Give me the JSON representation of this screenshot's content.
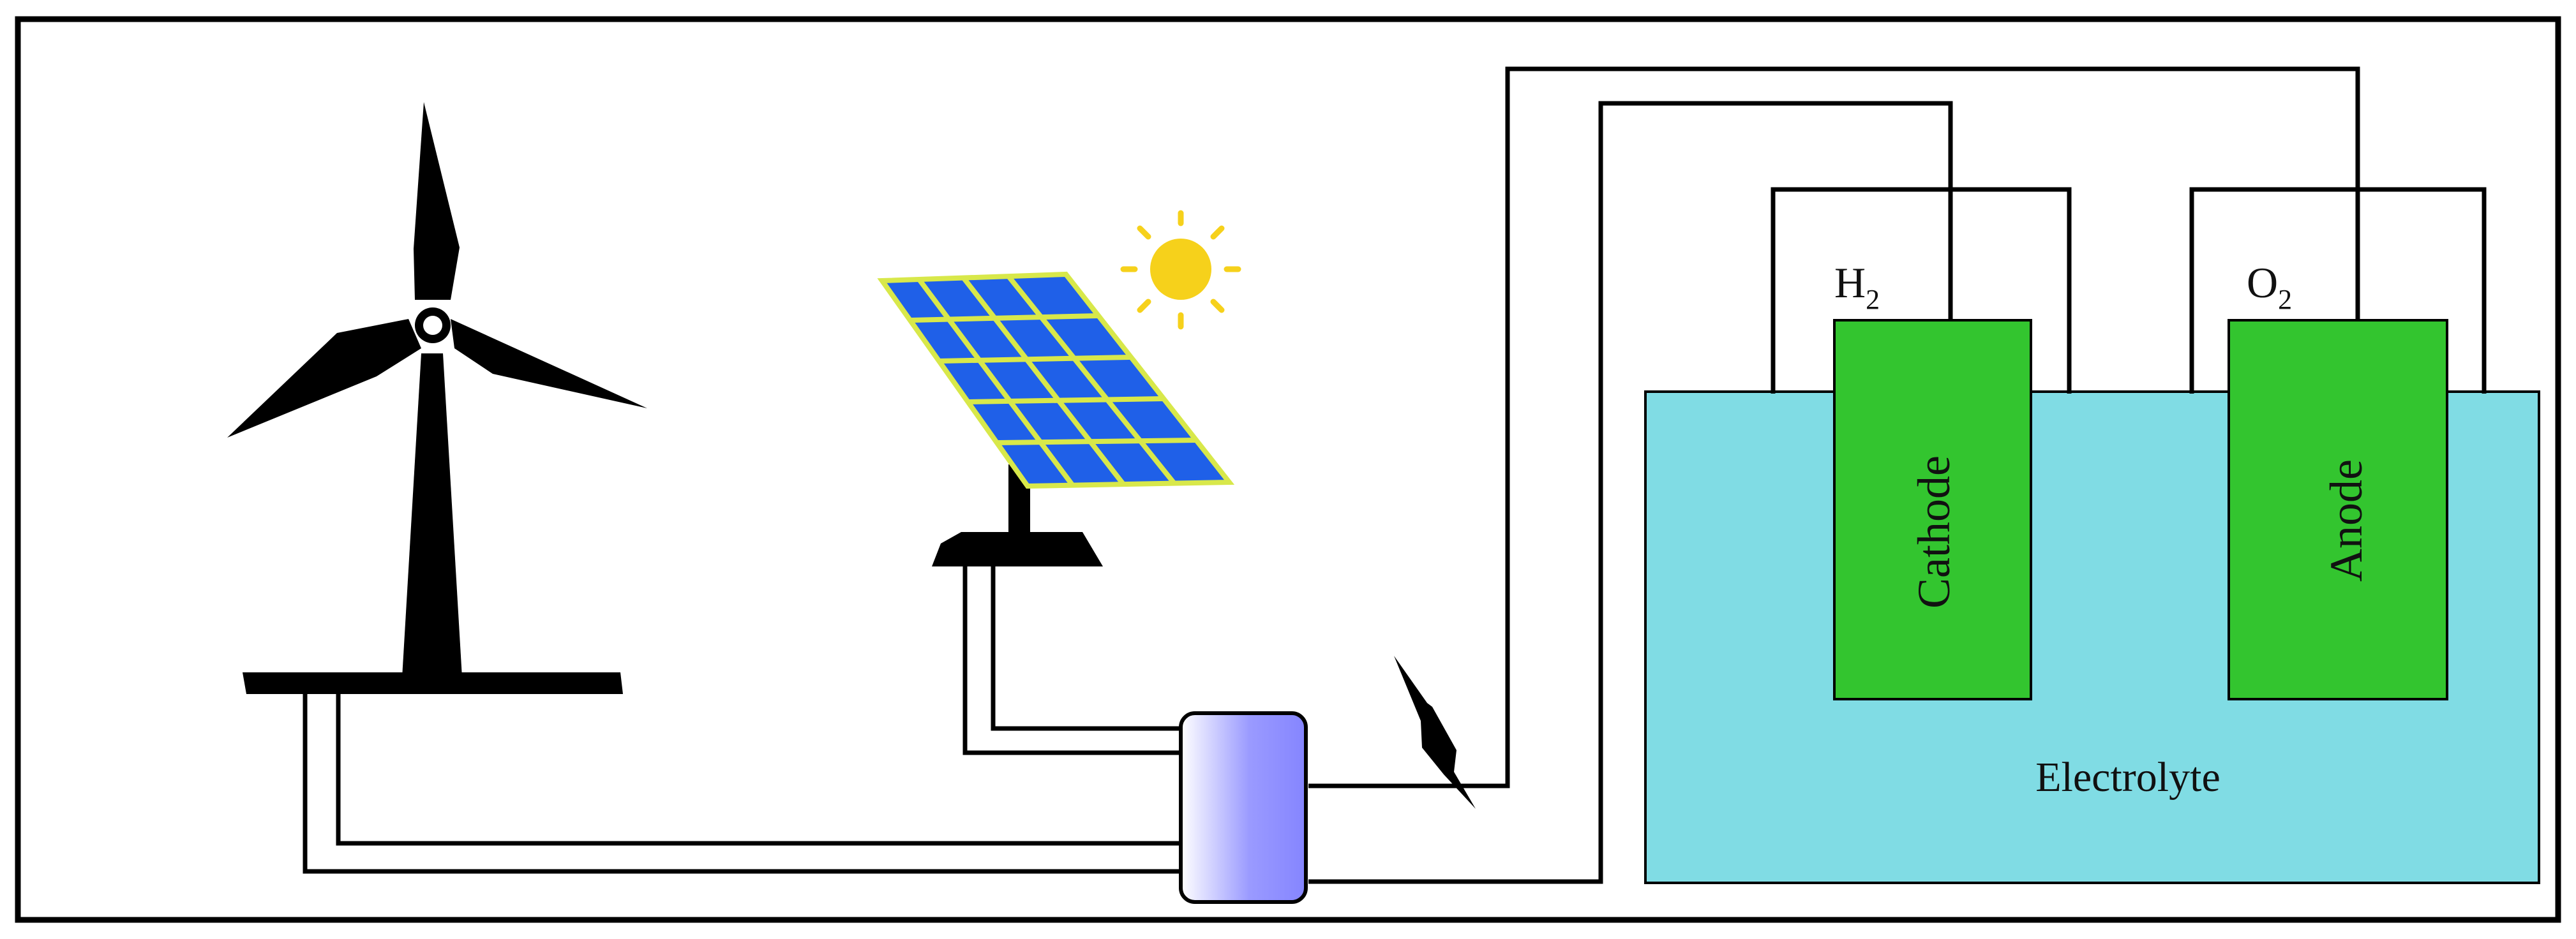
{
  "labels": {
    "hydrogen": {
      "symbol": "H",
      "subscript": "2"
    },
    "oxygen": {
      "symbol": "O",
      "subscript": "2"
    },
    "cathode": "Cathode",
    "anode": "Anode",
    "electrolyte": "Electrolyte"
  },
  "colors": {
    "frame": "#000000",
    "electrolyte": "#80DCE4",
    "electrode": "#33C52F",
    "solar_cell": "#1F60E8",
    "solar_grid": "#D8E84A",
    "sun": "#F6D11B",
    "converter_start": "#FFFFFF",
    "converter_end": "#8B8BFF"
  },
  "icons": [
    "wind-turbine-icon",
    "solar-panel-icon",
    "sun-icon",
    "converter-box-icon",
    "lightning-bolt-icon"
  ]
}
